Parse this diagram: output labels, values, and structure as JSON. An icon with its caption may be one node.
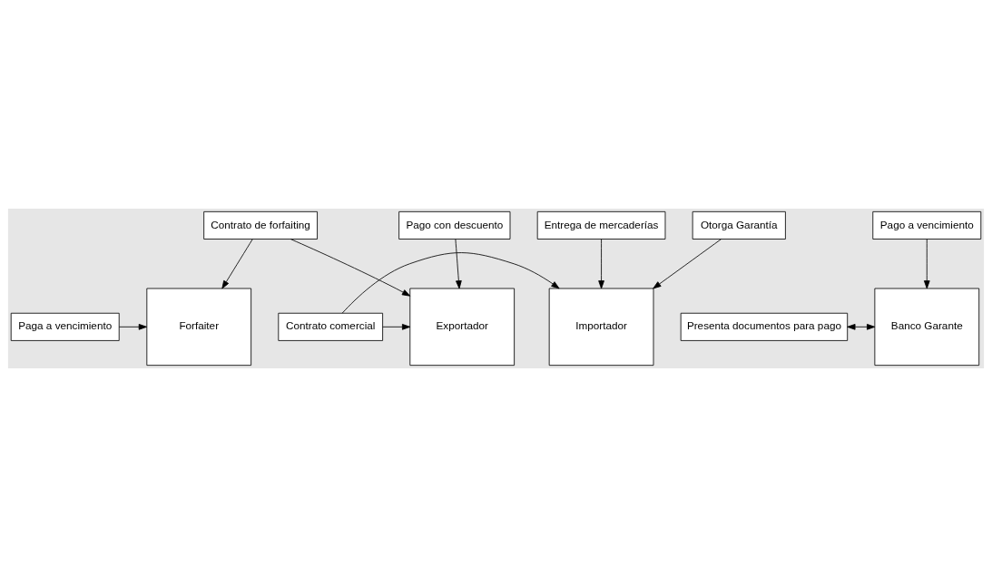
{
  "diagram": {
    "nodes": [
      {
        "text": [
          "Exportador"
        ]
      },
      {
        "text": [
          "Contrato comercial"
        ]
      },
      {
        "text": [
          "Importador"
        ]
      },
      {
        "text": [
          "Entrega de mercaderías"
        ]
      },
      {
        "text": [
          "Contrato de forfaiting"
        ]
      },
      {
        "text": [
          "Pago con descuento"
        ]
      },
      {
        "text": [
          "Otorga Garantía"
        ]
      },
      {
        "text": [
          "Pago a vencimiento"
        ]
      },
      {
        "text": [
          "Forfaiter"
        ]
      },
      {
        "text": [
          "Presenta documentos para pago"
        ]
      },
      {
        "text": [
          "Banco Garante"
        ]
      },
      {
        "text": [
          "Paga a vencimiento"
        ]
      }
    ],
    "edges": [
      {
        "from": 1,
        "to": 0,
        "arrow": "to"
      },
      {
        "from": 1,
        "to": 2,
        "arrow": "to"
      },
      {
        "from": 3,
        "to": 2,
        "arrow": "to"
      },
      {
        "from": 4,
        "to": 0,
        "arrow": "to"
      },
      {
        "from": 4,
        "to": 8,
        "arrow": "to"
      },
      {
        "from": 5,
        "to": 0,
        "arrow": "to"
      },
      {
        "from": 6,
        "to": 2,
        "arrow": "to"
      },
      {
        "from": 7,
        "to": 10,
        "arrow": "to"
      },
      {
        "from": 9,
        "to": 10,
        "arrow": "both"
      },
      {
        "from": 11,
        "to": 8,
        "arrow": "to"
      }
    ]
  }
}
